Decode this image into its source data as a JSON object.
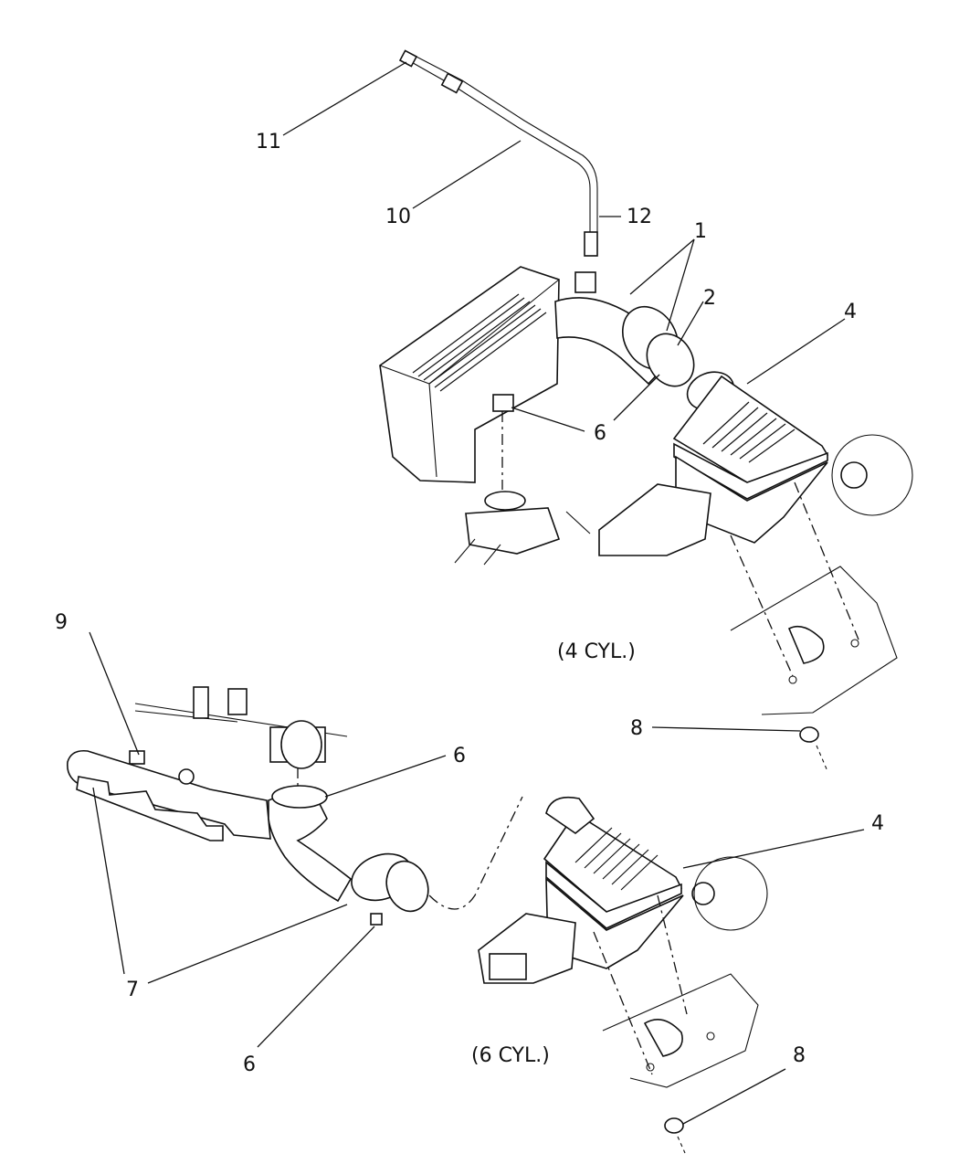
{
  "callouts": {
    "c1": "1",
    "c2": "2",
    "c4_top": "4",
    "c4_bottom": "4",
    "c6_top": "6",
    "c6_mid": "6",
    "c6_bottom": "6",
    "c7": "7",
    "c8_top": "8",
    "c8_bottom": "8",
    "c9": "9",
    "c10": "10",
    "c11": "11",
    "c12": "12"
  },
  "captions": {
    "four_cyl": "(4  CYL.)",
    "six_cyl": "(6  CYL.)"
  }
}
